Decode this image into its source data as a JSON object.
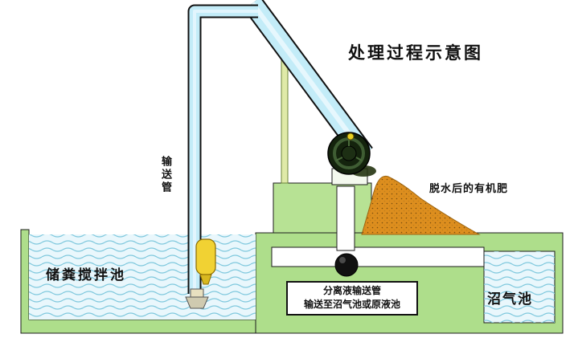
{
  "title": "处理过程示意图",
  "labels": {
    "pipe": "输送管",
    "fertilizer": "脱水后的有机肥",
    "left_pool": "储粪搅拌池",
    "right_pool": "沼气池"
  },
  "note_box": {
    "line1": "分离液输送管",
    "line2": "输送至沼气池或原液池"
  },
  "colors": {
    "ground_green": "#aede8b",
    "pedestal_green": "#b7e294",
    "water_blue": "#e9f7fc",
    "wave_blue": "#7fc8dd",
    "pipe_cyan": "#c3ecf8",
    "duct_white": "#ffffff",
    "fertilizer_orange": "#dd8e1e",
    "funnel_yellow": "#f1d233",
    "frame_green": "#dfeaa8",
    "machine_dark": "#14230d",
    "support_box": "#f4f9ee"
  }
}
